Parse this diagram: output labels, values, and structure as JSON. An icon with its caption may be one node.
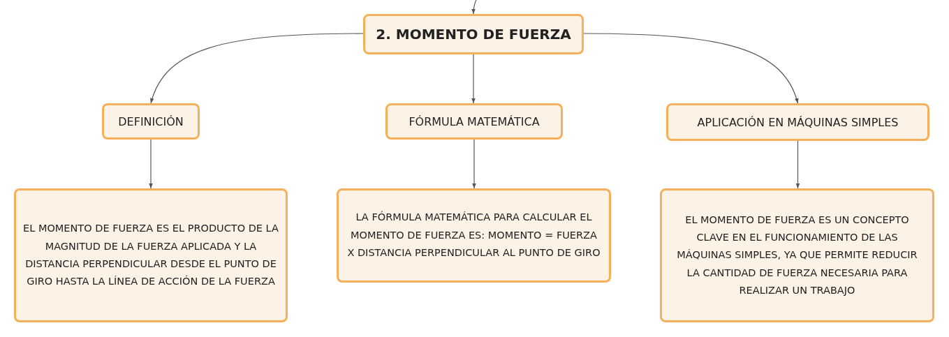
{
  "diagram": {
    "nodes": [
      {
        "text": [
          "2. MOMENTO DE FUERZA"
        ]
      },
      {
        "text": [
          "DEFINICIÓN"
        ]
      },
      {
        "text": [
          "FÓRMULA MATEMÁTICA"
        ]
      },
      {
        "text": [
          "APLICACIÓN EN MÁQUINAS SIMPLES"
        ]
      },
      {
        "text": [
          "EL MOMENTO DE FUERZA ES EL PRODUCTO DE LA MAGNITUD DE LA FUERZA APLICADA Y LA DISTANCIA PERPENDICULAR DESDE EL PUNTO DE GIRO HASTA LA LÍNEA DE ACCIÓN DE LA FUERZA"
        ]
      },
      {
        "text": [
          "LA FÓRMULA MATEMÁTICA PARA CALCULAR EL MOMENTO DE FUERZA ES: MOMENTO = FUERZA X DISTANCIA PERPENDICULAR AL PUNTO DE GIRO"
        ]
      },
      {
        "text": [
          "EL MOMENTO DE FUERZA ES UN CONCEPTO CLAVE EN EL FUNCIONAMIENTO DE LAS MÁQUINAS SIMPLES, YA QUE PERMITE REDUCIR LA CANTIDAD DE FUERZA NECESARIA PARA REALIZAR UN TRABAJO"
        ]
      }
    ],
    "edges": [
      {
        "from": null,
        "to": 0,
        "arrow": "to"
      },
      {
        "from": 0,
        "to": 1,
        "arrow": "to"
      },
      {
        "from": 0,
        "to": 2,
        "arrow": "to"
      },
      {
        "from": 0,
        "to": 3,
        "arrow": "to"
      },
      {
        "from": 1,
        "to": 4,
        "arrow": "to"
      },
      {
        "from": 2,
        "to": 5,
        "arrow": "to"
      },
      {
        "from": 3,
        "to": 6,
        "arrow": "to"
      }
    ]
  }
}
